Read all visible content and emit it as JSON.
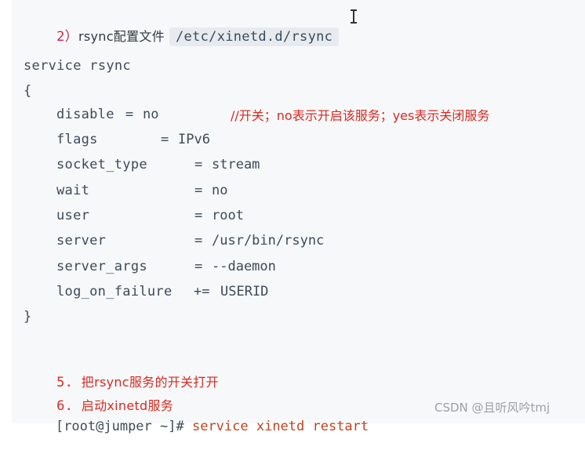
{
  "heading": {
    "number": "2）",
    "text_prefix": "rsync配置文件",
    "path": "/etc/xinetd.d/rsync"
  },
  "config": {
    "service_line": "service rsync",
    "open_brace": "{",
    "close_brace": "}",
    "entries": [
      {
        "key": "disable",
        "op": "=",
        "value": "no"
      },
      {
        "key": "flags",
        "op": "=",
        "value": "IPv6"
      },
      {
        "key": "socket_type",
        "op": "=",
        "value": "stream"
      },
      {
        "key": "wait",
        "op": "=",
        "value": "no"
      },
      {
        "key": "user",
        "op": "=",
        "value": "root"
      },
      {
        "key": "server",
        "op": "=",
        "value": "/usr/bin/rsync"
      },
      {
        "key": "server_args",
        "op": "=",
        "value": "--daemon"
      },
      {
        "key": "log_on_failure",
        "op": "+=",
        "value": "USERID"
      }
    ],
    "disable_comment": "//开关；no表示开启该服务；yes表示关闭服务"
  },
  "steps": [
    {
      "number": "5.",
      "text": "把rsync服务的开关打开"
    },
    {
      "number": "6.",
      "text": "启动xinetd服务"
    }
  ],
  "terminal": {
    "prompt": "[root@jumper ~]#",
    "command": "service xinetd restart"
  },
  "watermark": "CSDN @且听风吟tmj",
  "colors": {
    "panel_bg": "#f7f8f9",
    "code_text": "#3b4a5a",
    "comment_red": "#d62b22",
    "path_chip_bg": "#e7ebef",
    "command_orange": "#c2421e"
  },
  "icons": [
    "text-cursor-icon"
  ]
}
